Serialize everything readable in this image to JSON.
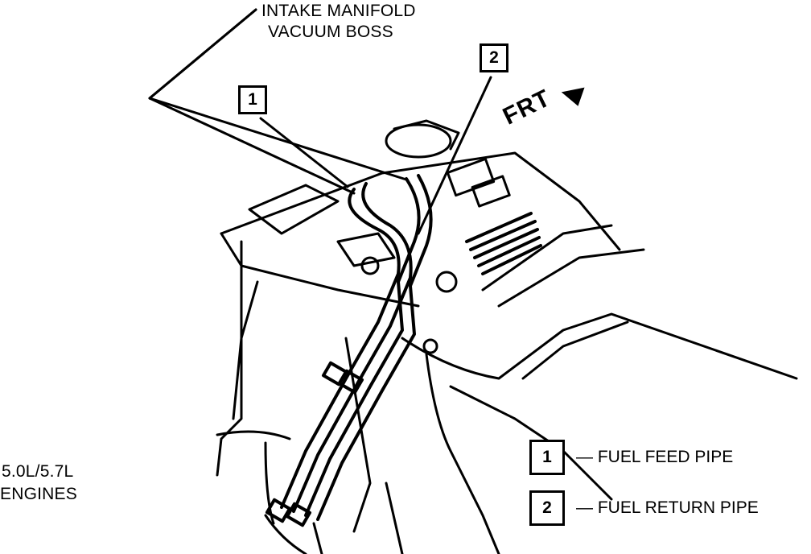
{
  "labels": {
    "vacuum_boss_line1": "INTAKE MANIFOLD",
    "vacuum_boss_line2": "VACUUM BOSS",
    "direction": "FRT",
    "engines_line1": "5.0L/5.7L",
    "engines_line2": "ENGINES"
  },
  "callouts": [
    {
      "number": "1"
    },
    {
      "number": "2"
    }
  ],
  "legend": [
    {
      "number": "1",
      "text": "— FUEL FEED PIPE"
    },
    {
      "number": "2",
      "text": "— FUEL RETURN PIPE"
    }
  ]
}
